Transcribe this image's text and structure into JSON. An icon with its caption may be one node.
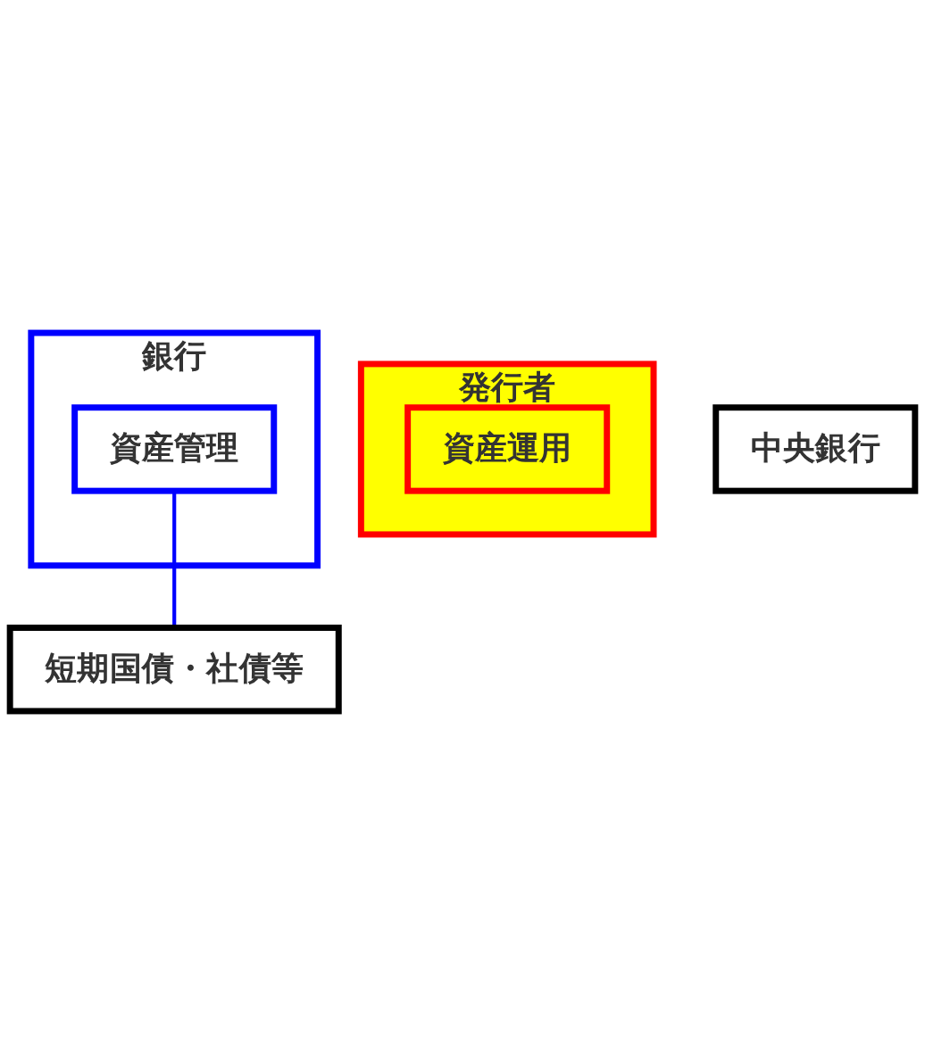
{
  "diagram": {
    "nodes": [
      {
        "text": [
          "発行者"
        ]
      },
      {
        "text": [
          "資産運用"
        ],
        "in": 0
      },
      {
        "text": [
          "銀行"
        ]
      },
      {
        "text": [
          "資産管理"
        ],
        "in": 2
      },
      {
        "text": [
          "中央銀行"
        ]
      },
      {
        "text": [
          "短期国債・社債等"
        ]
      }
    ],
    "edges": [
      {
        "from": 3,
        "to": 5,
        "arrow": "none",
        "color": "#0000ff"
      }
    ]
  }
}
